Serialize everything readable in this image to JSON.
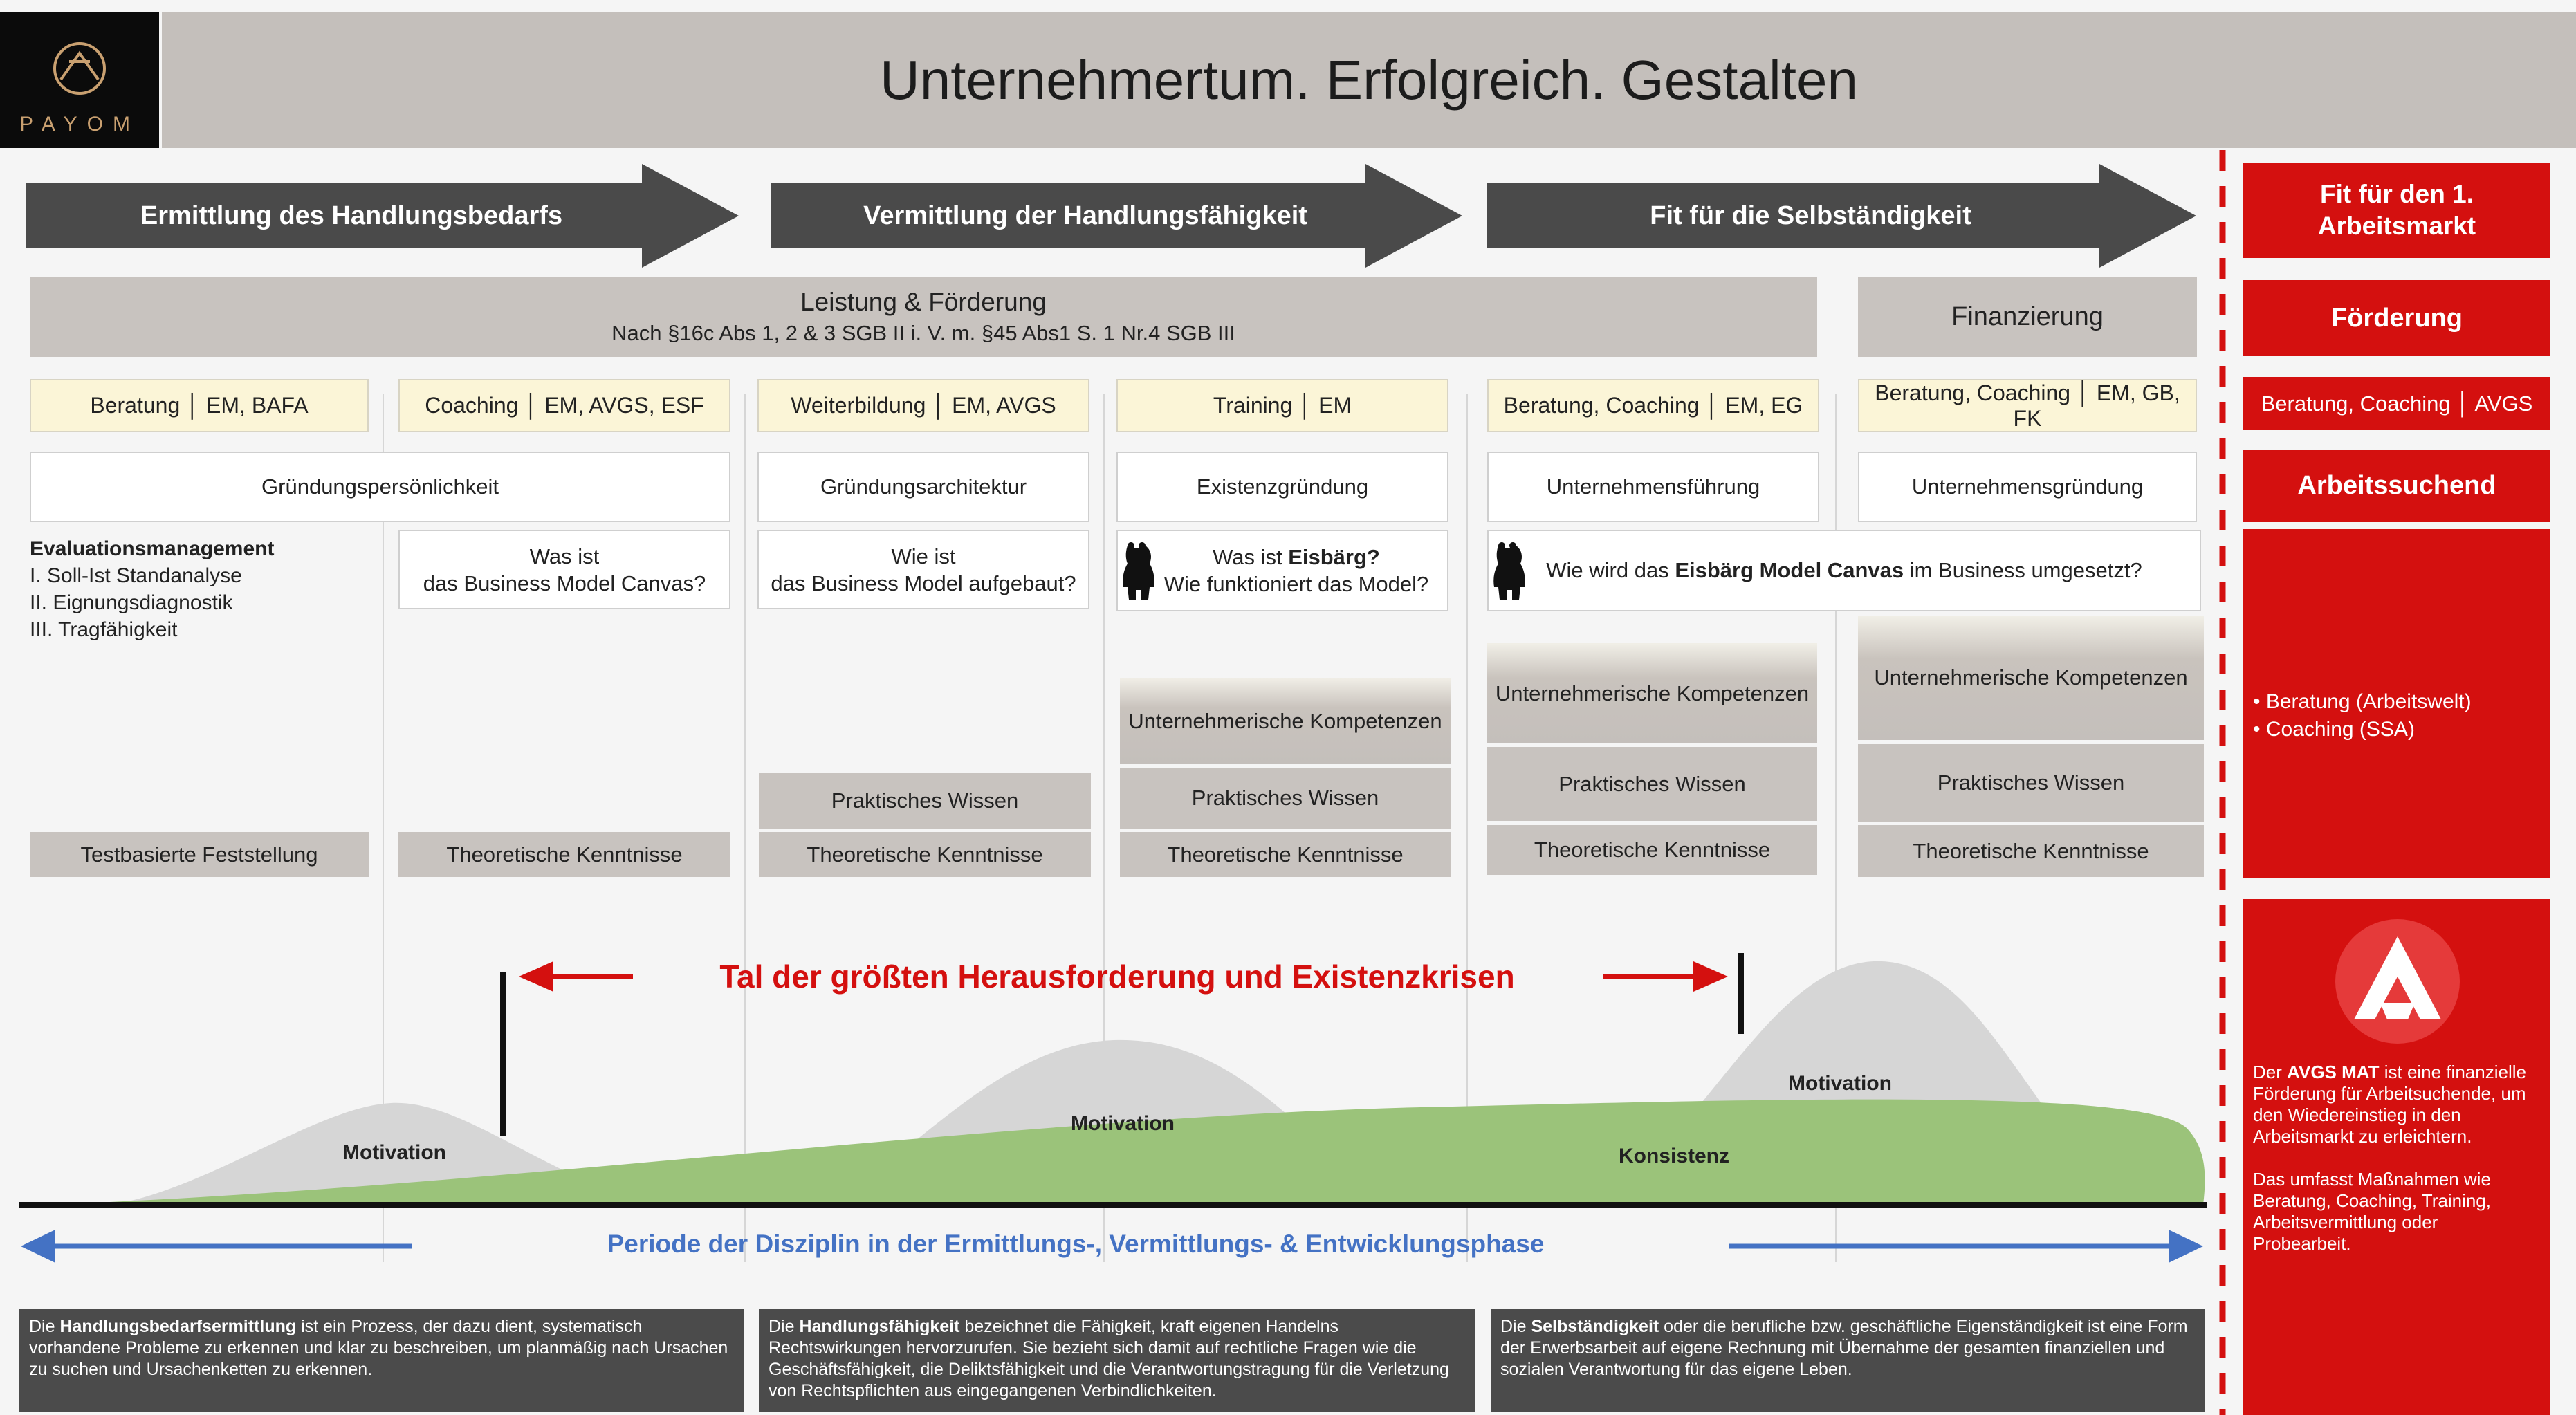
{
  "header": {
    "logo_text": "PAYOM",
    "title": "Unternehmertum. Erfolgreich. Gestalten"
  },
  "phases": [
    "Ermittlung des Handlungsbedarfs",
    "Vermittlung der Handlungsfähigkeit",
    "Fit für die Selbständigkeit"
  ],
  "leistung": {
    "title": "Leistung & Förderung",
    "subtitle": "Nach §16c Abs 1, 2 & 3 SGB II  i. V. m. §45 Abs1 S. 1 Nr.4 SGB III"
  },
  "finanzierung": "Finanzierung",
  "services": [
    "Beratung │ EM, BAFA",
    "Coaching │ EM, AVGS, ESF",
    "Weiterbildung │ EM, AVGS",
    "Training │ EM",
    "Beratung, Coaching │ EM, EG",
    "Beratung, Coaching │ EM, GB, FK"
  ],
  "topics": [
    "Gründungspersönlichkeit",
    "Gründungsarchitektur",
    "Existenzgründung",
    "Unternehmensführung",
    "Unternehmensgründung"
  ],
  "evaluation": {
    "title": "Evaluationsmanagement",
    "items": [
      "I.   Soll-Ist Standanalyse",
      "II.  Eignungsdiagnostik",
      "III. Tragfähigkeit"
    ]
  },
  "questions": {
    "q1": "Was ist\ndas Business Model Canvas?",
    "q2": "Wie ist\ndas Business Model aufgebaut?",
    "q3_pre": "Was ist ",
    "q3_bold": "Eisbärg?",
    "q3_line2": "Wie funktioniert das Model?",
    "q4_pre": "Wie wird das ",
    "q4_bold": "Eisbärg Model Canvas",
    "q4_post": " im Business umgesetzt?"
  },
  "blocks": {
    "testbasiert": "Testbasierte Feststellung",
    "theoretisch": "Theoretische Kenntnisse",
    "praktisch": "Praktisches Wissen",
    "kompetenzen": "Unternehmerische Kompetenzen"
  },
  "curve": {
    "tal": "Tal der größten Herausforderung und Existenzkrisen",
    "motivation": "Motivation",
    "konsistenz": "Konsistenz"
  },
  "period": {
    "pre": "Periode der ",
    "bold": "Disziplin",
    "post": " in der Ermittlungs-, Vermittlungs- & Entwicklungsphase"
  },
  "descriptions": [
    {
      "pre": "Die ",
      "bold": "Handlungsbedarfsermittlung",
      "post": " ist ein Prozess, der dazu dient, systematisch vorhandene Probleme zu erkennen und klar zu beschreiben, um planmäßig nach Ursachen zu suchen und Ursachenketten zu erkennen."
    },
    {
      "pre": "Die ",
      "bold": "Handlungsfähigkeit",
      "post": " bezeichnet die Fähigkeit, kraft eigenen Handelns Rechtswirkungen hervorzurufen. Sie bezieht sich damit auf rechtliche Fragen wie die Geschäftsfähigkeit, die Deliktsfähigkeit und die Verantwortungstragung für die Verletzung von Rechtspflichten aus eingegangenen Verbindlichkeiten."
    },
    {
      "pre": "Die ",
      "bold": "Selbständigkeit",
      "post": " oder die berufliche bzw. geschäftliche Eigenständigkeit ist eine Form der Erwerbsarbeit auf eigene Rechnung mit Übernahme der gesamten finanziellen und sozialen Verantwortung für das eigene Leben."
    }
  ],
  "sidebar": {
    "fit": "Fit für den 1. Arbeitsmarkt",
    "foerderung": "Förderung",
    "service": "Beratung, Coaching │ AVGS",
    "arbeitsuchend": "Arbeitssuchend",
    "bullets": [
      "• Beratung (Arbeitswelt)",
      "• Coaching (SSA)"
    ],
    "avgs_pre": "Der ",
    "avgs_bold": "AVGS MAT",
    "avgs_post": " ist eine finanzielle Förderung für Arbeitsuchende, um den Wiedereinstieg in den Arbeitsmarkt zu erleichtern.",
    "avgs_more": "Das umfasst Maßnahmen wie Beratung, Coaching, Training, Arbeitsvermittlung oder Probearbeit."
  },
  "colors": {
    "accent_red": "#d4100f",
    "arrow_grey": "#4a4a4a",
    "header_grey": "#c4bfbb",
    "green": "#9bc37a",
    "blue": "#4472c4"
  }
}
